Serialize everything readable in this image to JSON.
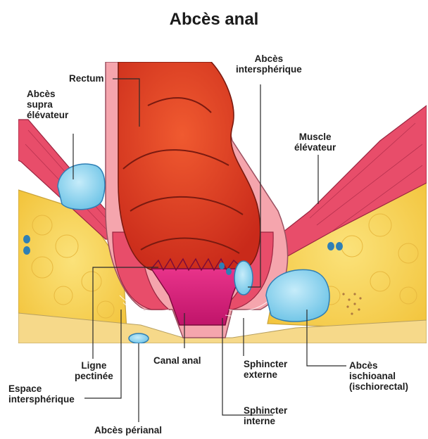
{
  "title": "Abcès anal",
  "labels": {
    "rectum": "Rectum",
    "abces_inter_1": "Abcès",
    "abces_inter_2": "intersphérique",
    "supra_1": "Abcès",
    "supra_2": "supra",
    "supra_3": "élévateur",
    "muscle_1": "Muscle",
    "muscle_2": "élévateur",
    "ligne_1": "Ligne",
    "ligne_2": "pectinée",
    "canal": "Canal anal",
    "espace_1": "Espace",
    "espace_2": "intersphérique",
    "perianal": "Abcès périanal",
    "sph_ext_1": "Sphincter",
    "sph_ext_2": "externe",
    "sph_int_1": "Sphincter",
    "sph_int_2": "interne",
    "ischio_1": "Abcès",
    "ischio_2": "ischioanal",
    "ischio_3": "(ischiorectal)"
  },
  "colors": {
    "fat": "#f7d24a",
    "rectum_red": "#e8432a",
    "rectum_dark": "#c9301e",
    "wall_pink": "#f08a95",
    "muscle": "#e84d6a",
    "abscess_blue": "#8fd3ee",
    "abscess_outline": "#2f7fb5",
    "canal_magenta": "#e0227a",
    "skin": "#f3c6a8"
  }
}
